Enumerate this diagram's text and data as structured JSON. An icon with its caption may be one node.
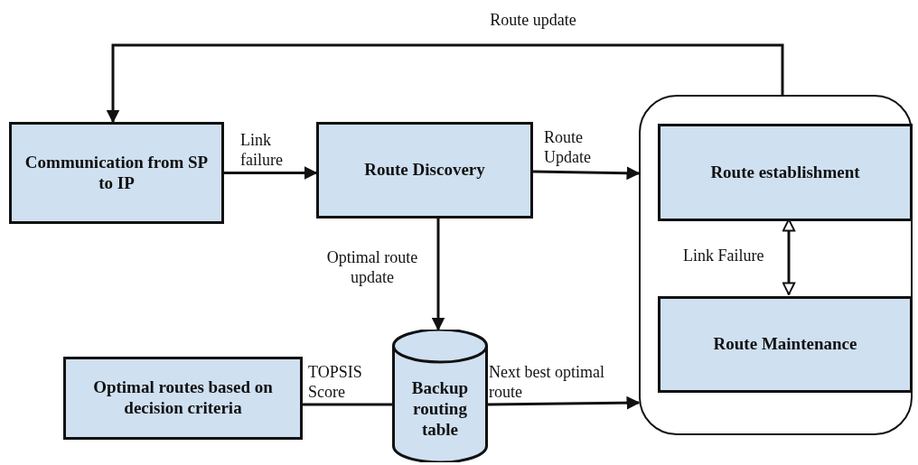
{
  "diagram": {
    "nodes": [
      {
        "text": [
          "Communication from SP to IP"
        ]
      },
      {
        "text": [
          "Route Discovery"
        ]
      },
      {
        "text": [],
        "shape": "box"
      },
      {
        "text": [
          "Route establishment"
        ],
        "in": 2
      },
      {
        "text": [
          "Route Maintenance"
        ],
        "in": 2
      },
      {
        "text": [
          "Optimal routes based on decision criteria"
        ]
      },
      {
        "text": [
          "Backup routing table"
        ]
      }
    ],
    "edges": [
      {
        "from": 2,
        "to": 0,
        "arrow": "to",
        "label": "Route update"
      },
      {
        "from": 0,
        "to": 1,
        "arrow": "to",
        "label": "Link failure"
      },
      {
        "from": 1,
        "to": 2,
        "arrow": "to",
        "label": "Route Update"
      },
      {
        "from": 3,
        "to": 4,
        "arrow": "both",
        "label": "Link Failure"
      },
      {
        "from": 1,
        "to": 6,
        "arrow": "to",
        "label": "Optimal route update"
      },
      {
        "from": 5,
        "to": 6,
        "arrow": "none",
        "label": "TOPSIS Score"
      },
      {
        "from": 6,
        "to": 2,
        "arrow": "to",
        "label": "Next best optimal route"
      }
    ]
  }
}
